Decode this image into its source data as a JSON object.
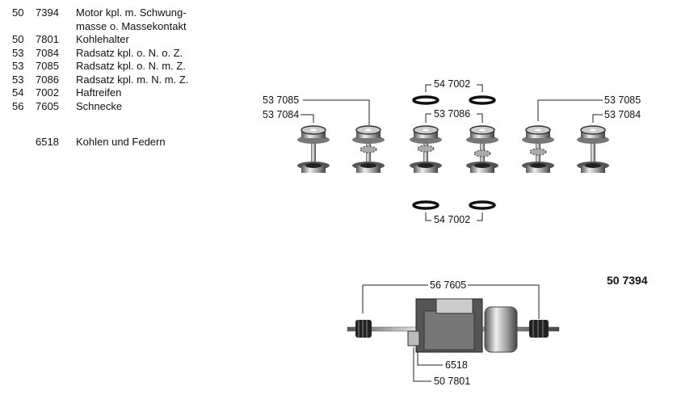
{
  "parts_list": [
    {
      "prefix": "50",
      "number": "7394",
      "description": "Motor kpl. m. Schwung-",
      "description_cont": "masse o. Massekontakt"
    },
    {
      "prefix": "50",
      "number": "7801",
      "description": "Kohlehalter"
    },
    {
      "prefix": "53",
      "number": "7084",
      "description": "Radsatz kpl. o. N. o. Z."
    },
    {
      "prefix": "53",
      "number": "7085",
      "description": "Radsatz kpl. o. N. m. Z."
    },
    {
      "prefix": "53",
      "number": "7086",
      "description": "Radsatz kpl. m. N. m. Z."
    },
    {
      "prefix": "54",
      "number": "7002",
      "description": "Haftreifen"
    },
    {
      "prefix": "56",
      "number": "7605",
      "description": "Schnecke"
    },
    {
      "prefix": "",
      "number": "6518",
      "description": "Kohlen und Federn"
    }
  ],
  "diagram_labels": {
    "left_7085": "53 7085",
    "left_7084": "53 7084",
    "top_tyre": "54 7002",
    "center_7086": "53 7086",
    "right_7085": "53 7085",
    "right_7084": "53 7084",
    "bottom_tyre": "54 7002",
    "worm": "56 7605",
    "motor_title": "50 7394",
    "brushes": "6518",
    "brush_holder": "50 7801"
  }
}
